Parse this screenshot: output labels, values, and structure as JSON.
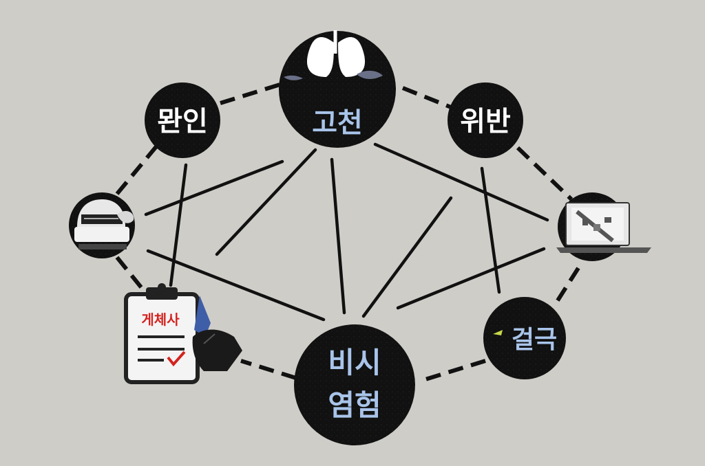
{
  "colors": {
    "background": "#cfcdc8",
    "node_fill": "#111111",
    "line": "#111111",
    "label_white": "#ffffff",
    "label_blue": "#a9c4ea",
    "clipboard_red": "#d4231f",
    "glove_blue": "#3f5ea8"
  },
  "nodes": {
    "top_left": {
      "label": "뫈인"
    },
    "top_center": {
      "label": "고천",
      "icon": "lungs-icon"
    },
    "top_right": {
      "label": "위반"
    },
    "left": {
      "icon": "machine-scan-icon"
    },
    "right": {
      "icon": "laptop-document-icon"
    },
    "bottom_left": {
      "icon": "clipboard-checklist-icon",
      "scribble": "게체사"
    },
    "bottom_center": {
      "label_line1": "비시",
      "label_line2": "염험"
    },
    "bottom_right": {
      "label": "걸극"
    }
  }
}
